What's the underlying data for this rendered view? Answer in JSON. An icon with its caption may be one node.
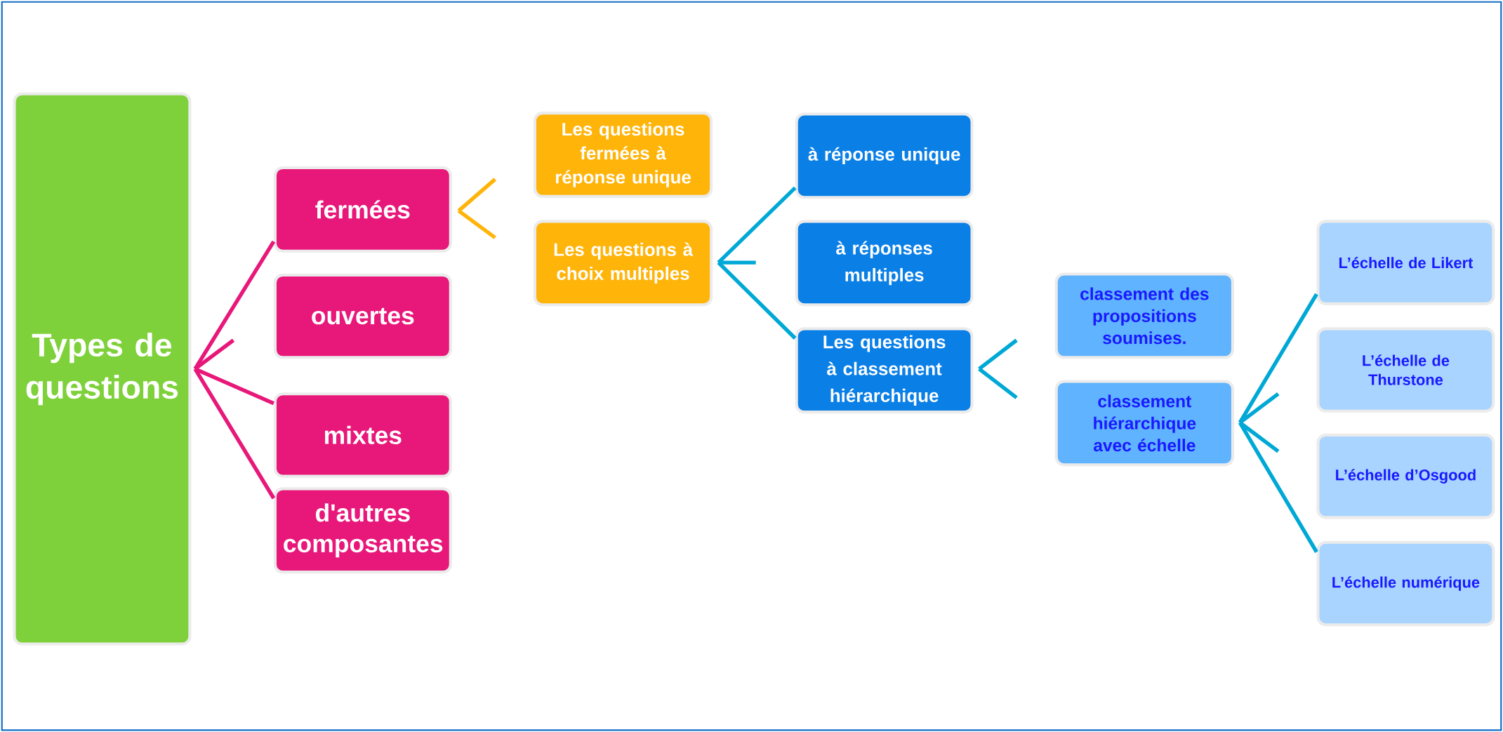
{
  "diagram": {
    "nodes": [
      {
        "text": [
          "Types de questions"
        ]
      },
      {
        "text": [
          "fermées"
        ]
      },
      {
        "text": [
          "ouvertes"
        ]
      },
      {
        "text": [
          "mixtes"
        ]
      },
      {
        "text": [
          "d'autres composantes"
        ]
      },
      {
        "text": [
          "Les questions fermées à réponse unique"
        ]
      },
      {
        "text": [
          "Les questions à choix multiples"
        ]
      },
      {
        "text": [
          "à réponse unique"
        ]
      },
      {
        "text": [
          "à réponses multiples"
        ]
      },
      {
        "text": [
          "Les questions à classement hiérarchique"
        ]
      },
      {
        "text": [
          "classement des propositions soumises."
        ]
      },
      {
        "text": [
          "classement hiérarchique avec échelle"
        ]
      },
      {
        "text": [
          "L’échelle de Likert"
        ]
      },
      {
        "text": [
          "L’échelle de Thurstone"
        ]
      },
      {
        "text": [
          "L’échelle d’Osgood"
        ]
      },
      {
        "text": [
          "L’échelle numérique"
        ]
      }
    ],
    "edges": [
      {
        "from": 0,
        "to": 1,
        "arrow": "none",
        "color": "#e8177a"
      },
      {
        "from": 0,
        "to": 2,
        "arrow": "none",
        "color": "#e8177a"
      },
      {
        "from": 0,
        "to": 3,
        "arrow": "none",
        "color": "#e8177a"
      },
      {
        "from": 0,
        "to": 4,
        "arrow": "none",
        "color": "#e8177a"
      },
      {
        "from": 1,
        "to": 5,
        "arrow": "none",
        "color": "#ffb40a"
      },
      {
        "from": 1,
        "to": 6,
        "arrow": "none",
        "color": "#ffb40a"
      },
      {
        "from": 6,
        "to": 7,
        "arrow": "none"
      },
      {
        "from": 6,
        "to": 8,
        "arrow": "none"
      },
      {
        "from": 6,
        "to": 9,
        "arrow": "none"
      },
      {
        "from": 9,
        "to": 10,
        "arrow": "none"
      },
      {
        "from": 9,
        "to": 11,
        "arrow": "none"
      },
      {
        "from": 11,
        "to": 12,
        "arrow": "none"
      },
      {
        "from": 11,
        "to": 13,
        "arrow": "none"
      },
      {
        "from": 11,
        "to": 14,
        "arrow": "none"
      },
      {
        "from": 11,
        "to": 15,
        "arrow": "none"
      }
    ]
  }
}
